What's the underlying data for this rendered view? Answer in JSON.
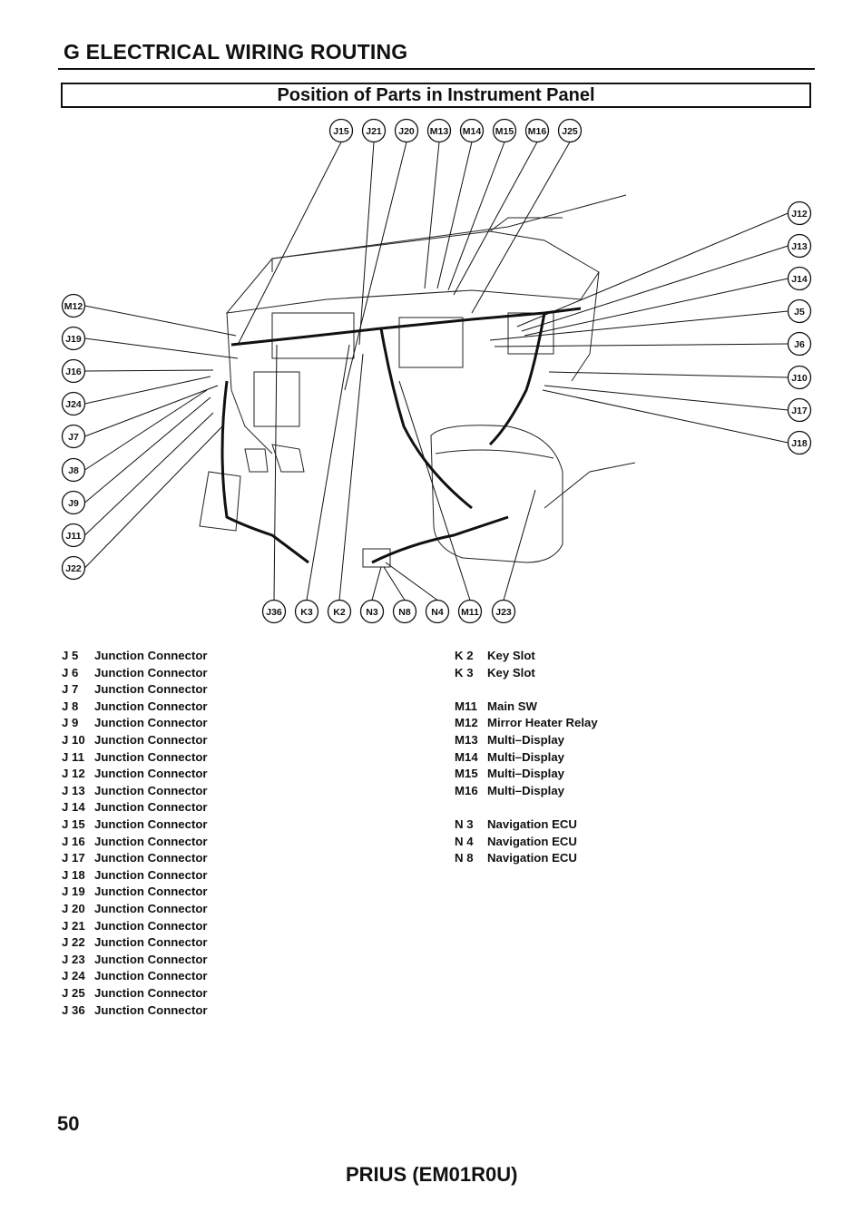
{
  "header": {
    "section_title": "G  ELECTRICAL WIRING ROUTING",
    "panel_title": "Position of Parts in Instrument Panel"
  },
  "callouts": {
    "top": [
      "J15",
      "J21",
      "J20",
      "M13",
      "M14",
      "M15",
      "M16",
      "J25"
    ],
    "left": [
      "M12",
      "J19",
      "J16",
      "J24",
      "J7",
      "J8",
      "J9",
      "J11",
      "J22"
    ],
    "right": [
      "J12",
      "J13",
      "J14",
      "J5",
      "J6",
      "J10",
      "J17",
      "J18"
    ],
    "bottom": [
      "J36",
      "K3",
      "K2",
      "N3",
      "N8",
      "N4",
      "M11",
      "J23"
    ]
  },
  "legend_left": [
    {
      "code": "J   5",
      "name": "Junction Connector"
    },
    {
      "code": "J   6",
      "name": "Junction Connector"
    },
    {
      "code": "J   7",
      "name": "Junction Connector"
    },
    {
      "code": "J   8",
      "name": "Junction Connector"
    },
    {
      "code": "J   9",
      "name": "Junction Connector"
    },
    {
      "code": "J 10",
      "name": "Junction Connector"
    },
    {
      "code": "J 11",
      "name": "Junction Connector"
    },
    {
      "code": "J 12",
      "name": "Junction Connector"
    },
    {
      "code": "J 13",
      "name": "Junction Connector"
    },
    {
      "code": "J 14",
      "name": "Junction Connector"
    },
    {
      "code": "J 15",
      "name": "Junction Connector"
    },
    {
      "code": "J 16",
      "name": "Junction Connector"
    },
    {
      "code": "J 17",
      "name": "Junction Connector"
    },
    {
      "code": "J 18",
      "name": "Junction Connector"
    },
    {
      "code": "J 19",
      "name": "Junction Connector"
    },
    {
      "code": "J 20",
      "name": "Junction Connector"
    },
    {
      "code": "J 21",
      "name": "Junction Connector"
    },
    {
      "code": "J 22",
      "name": "Junction Connector"
    },
    {
      "code": "J 23",
      "name": "Junction Connector"
    },
    {
      "code": "J 24",
      "name": "Junction Connector"
    },
    {
      "code": "J 25",
      "name": "Junction Connector"
    },
    {
      "code": "J 36",
      "name": "Junction Connector"
    }
  ],
  "legend_right": [
    {
      "code": "K  2",
      "name": "Key Slot"
    },
    {
      "code": "K  3",
      "name": "Key Slot"
    },
    {
      "code": "",
      "name": ""
    },
    {
      "code": "M11",
      "name": "Main SW"
    },
    {
      "code": "M12",
      "name": "Mirror Heater Relay"
    },
    {
      "code": "M13",
      "name": "Multi–Display"
    },
    {
      "code": "M14",
      "name": "Multi–Display"
    },
    {
      "code": "M15",
      "name": "Multi–Display"
    },
    {
      "code": "M16",
      "name": "Multi–Display"
    },
    {
      "code": "",
      "name": ""
    },
    {
      "code": "N  3",
      "name": "Navigation ECU"
    },
    {
      "code": "N  4",
      "name": "Navigation ECU"
    },
    {
      "code": "N  8",
      "name": "Navigation ECU"
    }
  ],
  "footer": {
    "page_number": "50",
    "model": "PRIUS (EM01R0U)"
  }
}
